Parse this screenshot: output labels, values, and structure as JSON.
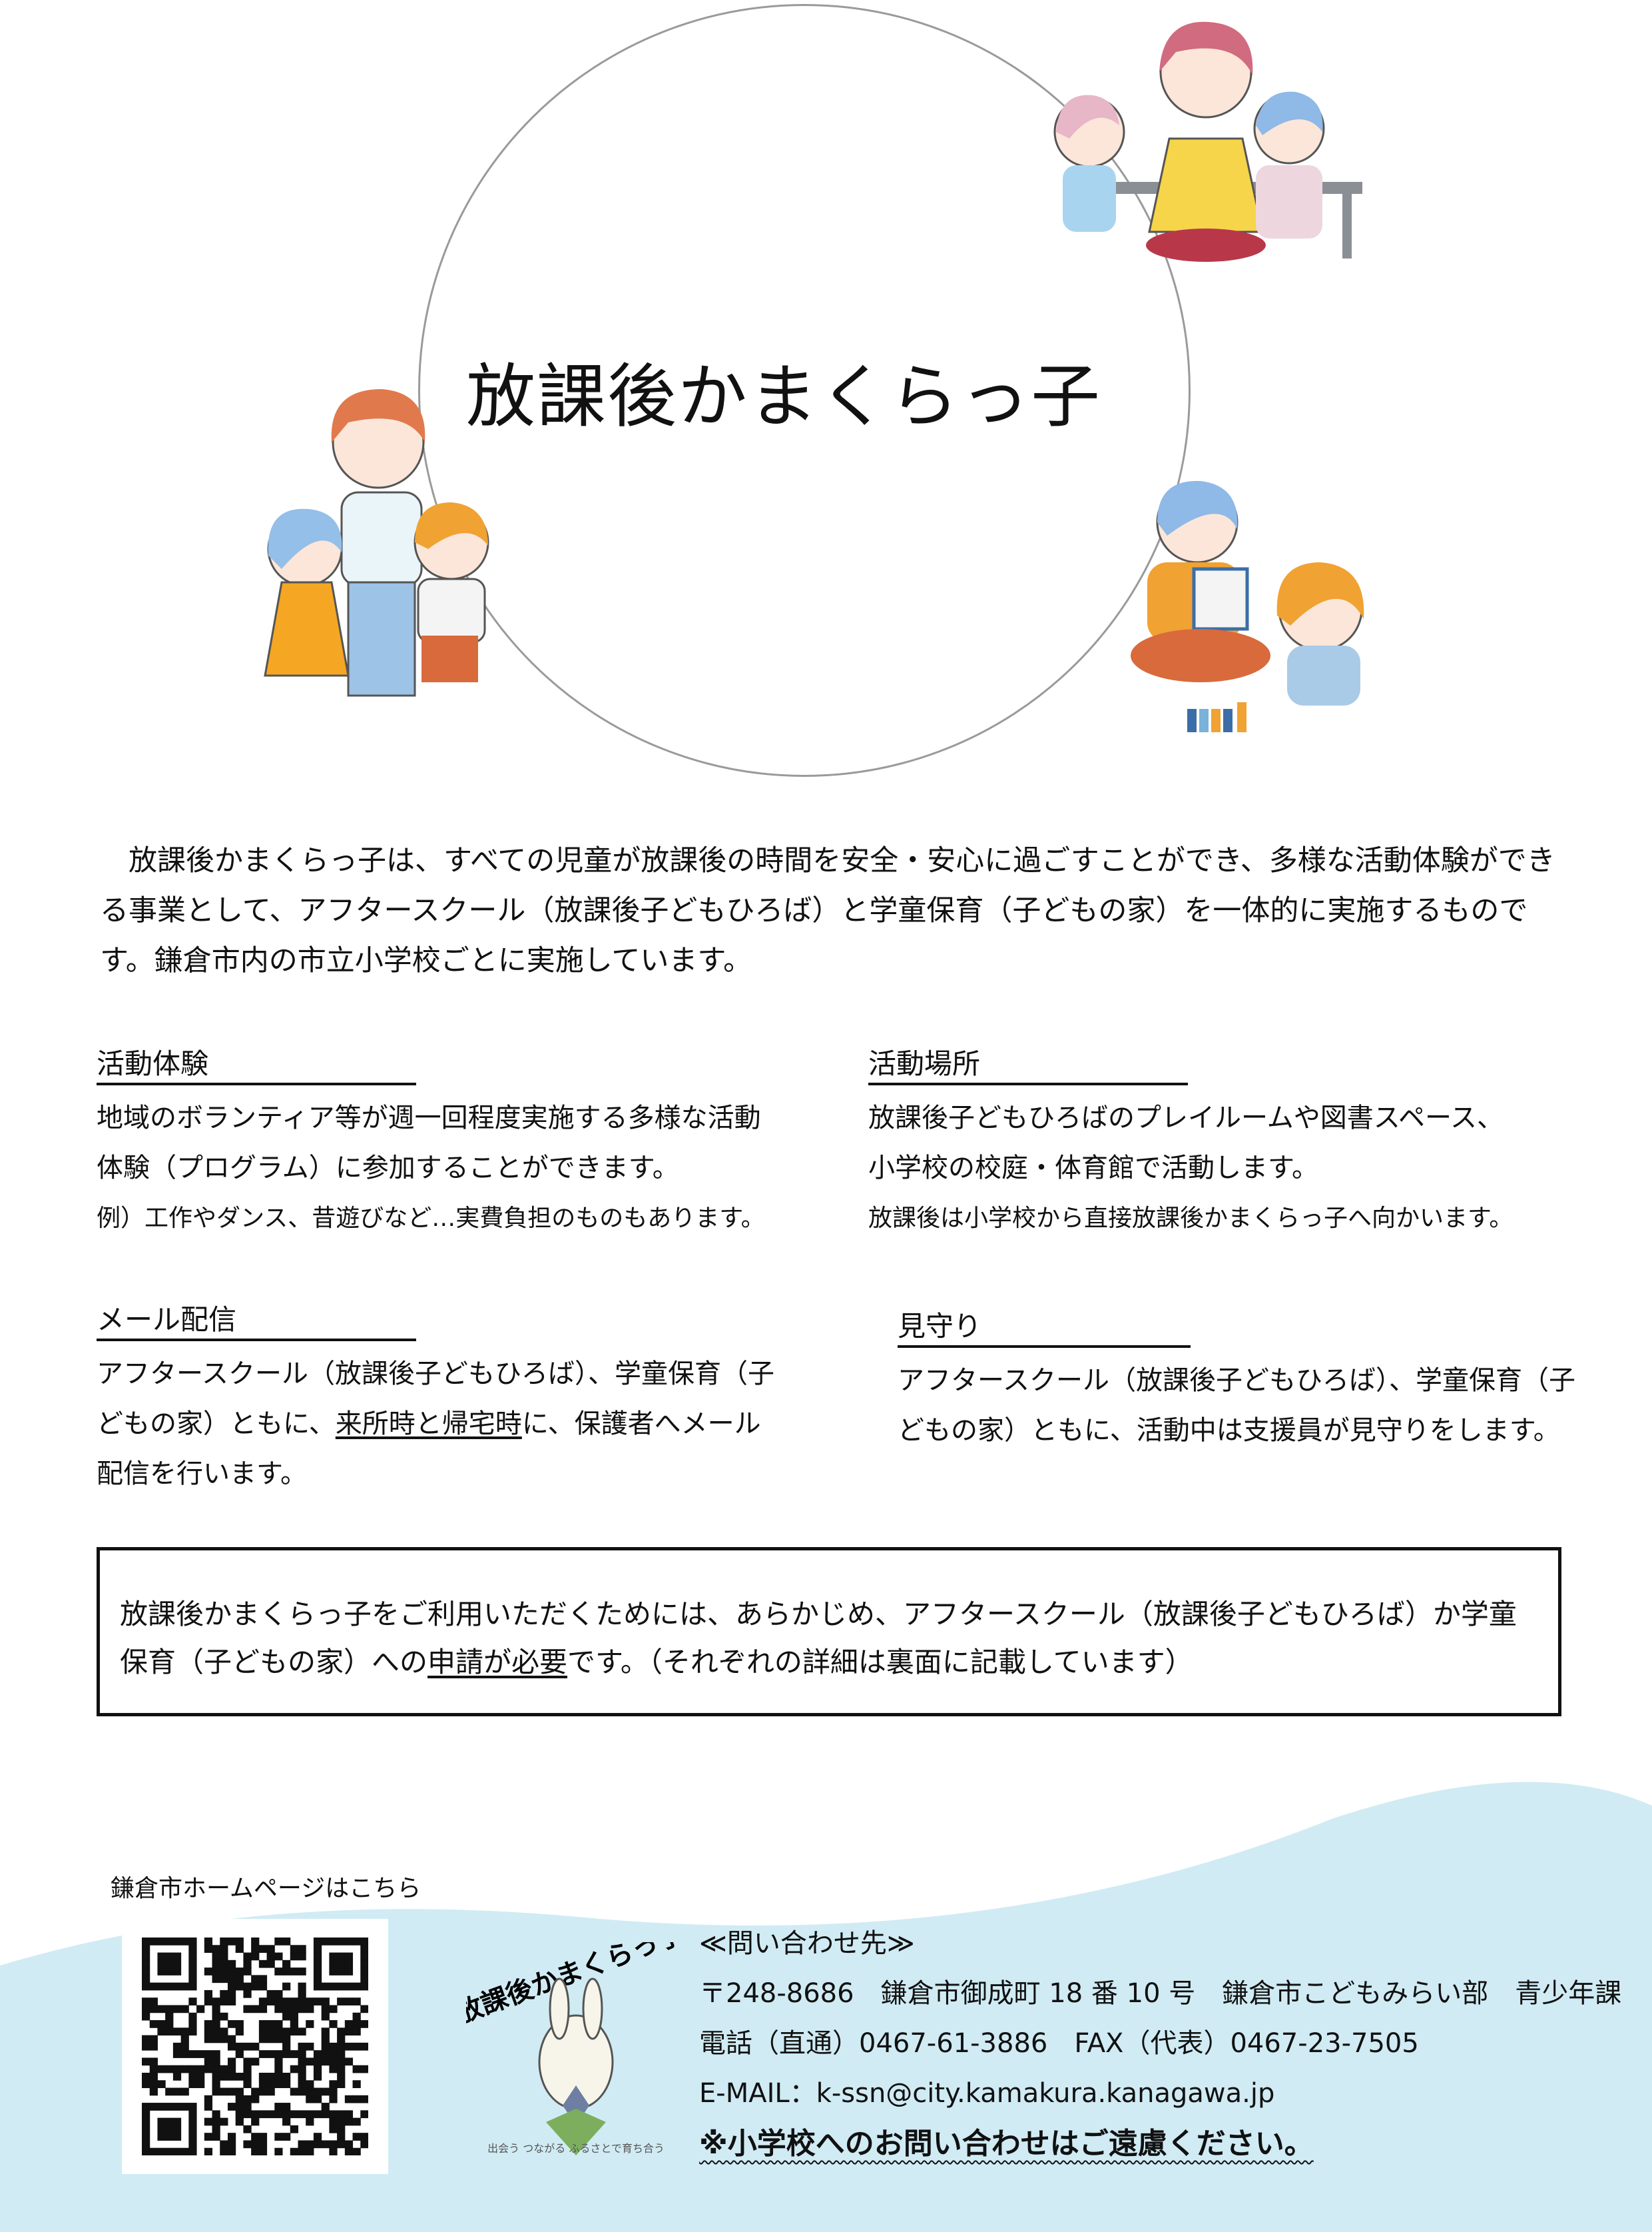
{
  "title": "放課後かまくらっ子",
  "intro": "放課後かまくらっ子は、すべての児童が放課後の時間を安全・安心に過ごすことができ、多様な活動体験ができる事業として、アフタースクール（放課後子どもひろば）と学童保育（子どもの家）を一体的に実施するものです。鎌倉市内の市立小学校ごとに実施しています。",
  "sections": [
    {
      "heading": "活動体験",
      "lines": [
        "地域のボランティア等が週一回程度実施する多様な活動体験（プログラム）に参加することができます。"
      ],
      "note": "例）工作やダンス、昔遊びなど…実費負担のものもあります。"
    },
    {
      "heading": "活動場所",
      "lines": [
        "放課後子どもひろばのプレイルームや図書スペース、",
        "小学校の校庭・体育館で活動します。"
      ],
      "note": "放課後は小学校から直接放課後かまくらっ子へ向かいます。"
    },
    {
      "heading": "メール配信",
      "pre": "アフタースクール（放課後子どもひろば）、学童保育（子どもの家）ともに、",
      "underlined": "来所時と帰宅時",
      "post": "に、保護者へメール配信を行います。"
    },
    {
      "heading": "見守り",
      "lines": [
        "アフタースクール（放課後子どもひろば）、学童保育（子どもの家）ともに、活動中は支援員が見守りをします。"
      ]
    }
  ],
  "notice": {
    "pre": "放課後かまくらっ子をご利用いただくためには、あらかじめ、アフタースクール（放課後子どもひろば）か学童保育（子どもの家）への",
    "underlined": "申請が必要",
    "post": "です。（それぞれの詳細は裏面に記載しています）"
  },
  "footer": {
    "qr_label": "鎌倉市ホームページはこちら",
    "logo_text": "放課後かまくらっ子",
    "logo_subtext": "出会う つながる ふるさとで育ち合う",
    "contact_heading": "≪問い合わせ先≫",
    "address": "〒248-8686　鎌倉市御成町 18 番 10 号　鎌倉市こどもみらい部　青少年課",
    "phone": "電話（直通）0467-61-3886　FAX（代表）0467-23-7505",
    "email": "E-MAIL：k-ssn@city.kamakura.kanagawa.jp",
    "warning": "※小学校へのお問い合わせはご遠慮ください。"
  },
  "colors": {
    "accent_yellow": "#fde06a",
    "footer_blue": "#d0ebf4"
  }
}
